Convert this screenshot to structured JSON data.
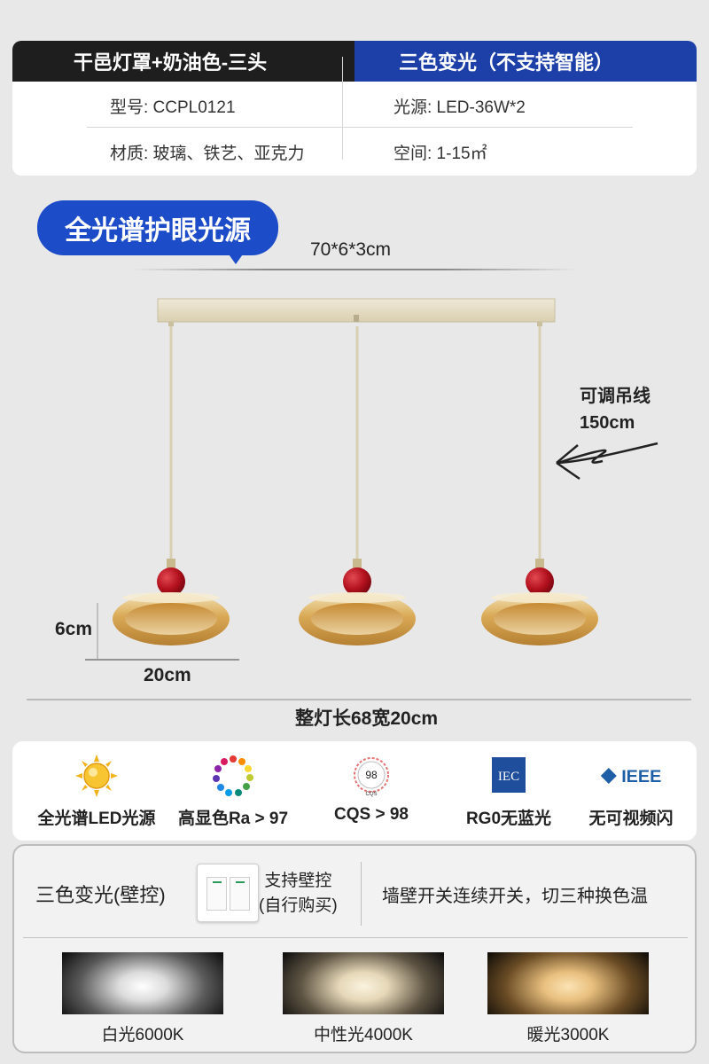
{
  "spec": {
    "head_left": "干邑灯罩+奶油色-三头",
    "head_right": "三色变光（不支持智能）",
    "model": "型号: CCPL0121",
    "light_source": "光源: LED-36W*2",
    "material": "材质: 玻璃、铁艺、亚克力",
    "space": "空间: 1-15㎡"
  },
  "badge": "全光谱护眼光源",
  "dimensions": {
    "top": "70*6*3cm",
    "cable": [
      "可调吊线",
      "150cm"
    ],
    "height": "6cm",
    "width": "20cm",
    "total": "整灯长68宽20cm"
  },
  "features": [
    {
      "icon": "sun-icon",
      "label": "全光谱LED光源"
    },
    {
      "icon": "color-wheel-icon",
      "label": "高显色Ra > 97"
    },
    {
      "icon": "cqs-badge-icon",
      "label": "CQS > 98",
      "badge_value": "98",
      "badge_sub": "CQS"
    },
    {
      "icon": "iec-logo-icon",
      "label": "RG0无蓝光",
      "logo_text": "IEC"
    },
    {
      "icon": "ieee-logo-icon",
      "label": "无可视频闪",
      "logo_text": "IEEE"
    }
  ],
  "switch": {
    "title": "三色变光(壁控)",
    "support": [
      "支持壁控",
      "(自行购买)"
    ],
    "desc": "墙壁开关连续开关，切三种换色温",
    "modes": [
      {
        "label": "白光6000K",
        "color": "#ffffff"
      },
      {
        "label": "中性光4000K",
        "color": "#f3e6c8"
      },
      {
        "label": "暖光3000K",
        "color": "#f0c98a"
      }
    ]
  }
}
